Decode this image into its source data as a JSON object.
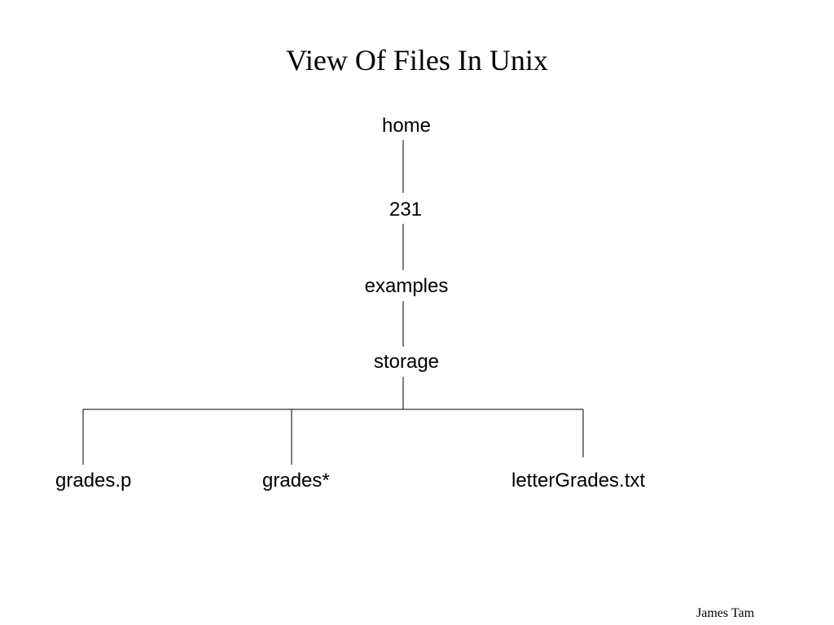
{
  "title": "View Of Files In Unix",
  "tree": {
    "home": "home",
    "course": "231",
    "examples": "examples",
    "storage": "storage",
    "files": [
      "grades.p",
      "grades*",
      "letterGrades.txt"
    ]
  },
  "footer": {
    "author": "James Tam"
  },
  "colors": {
    "background": "#ffffff",
    "lines": "#000000",
    "text": "#000000"
  }
}
